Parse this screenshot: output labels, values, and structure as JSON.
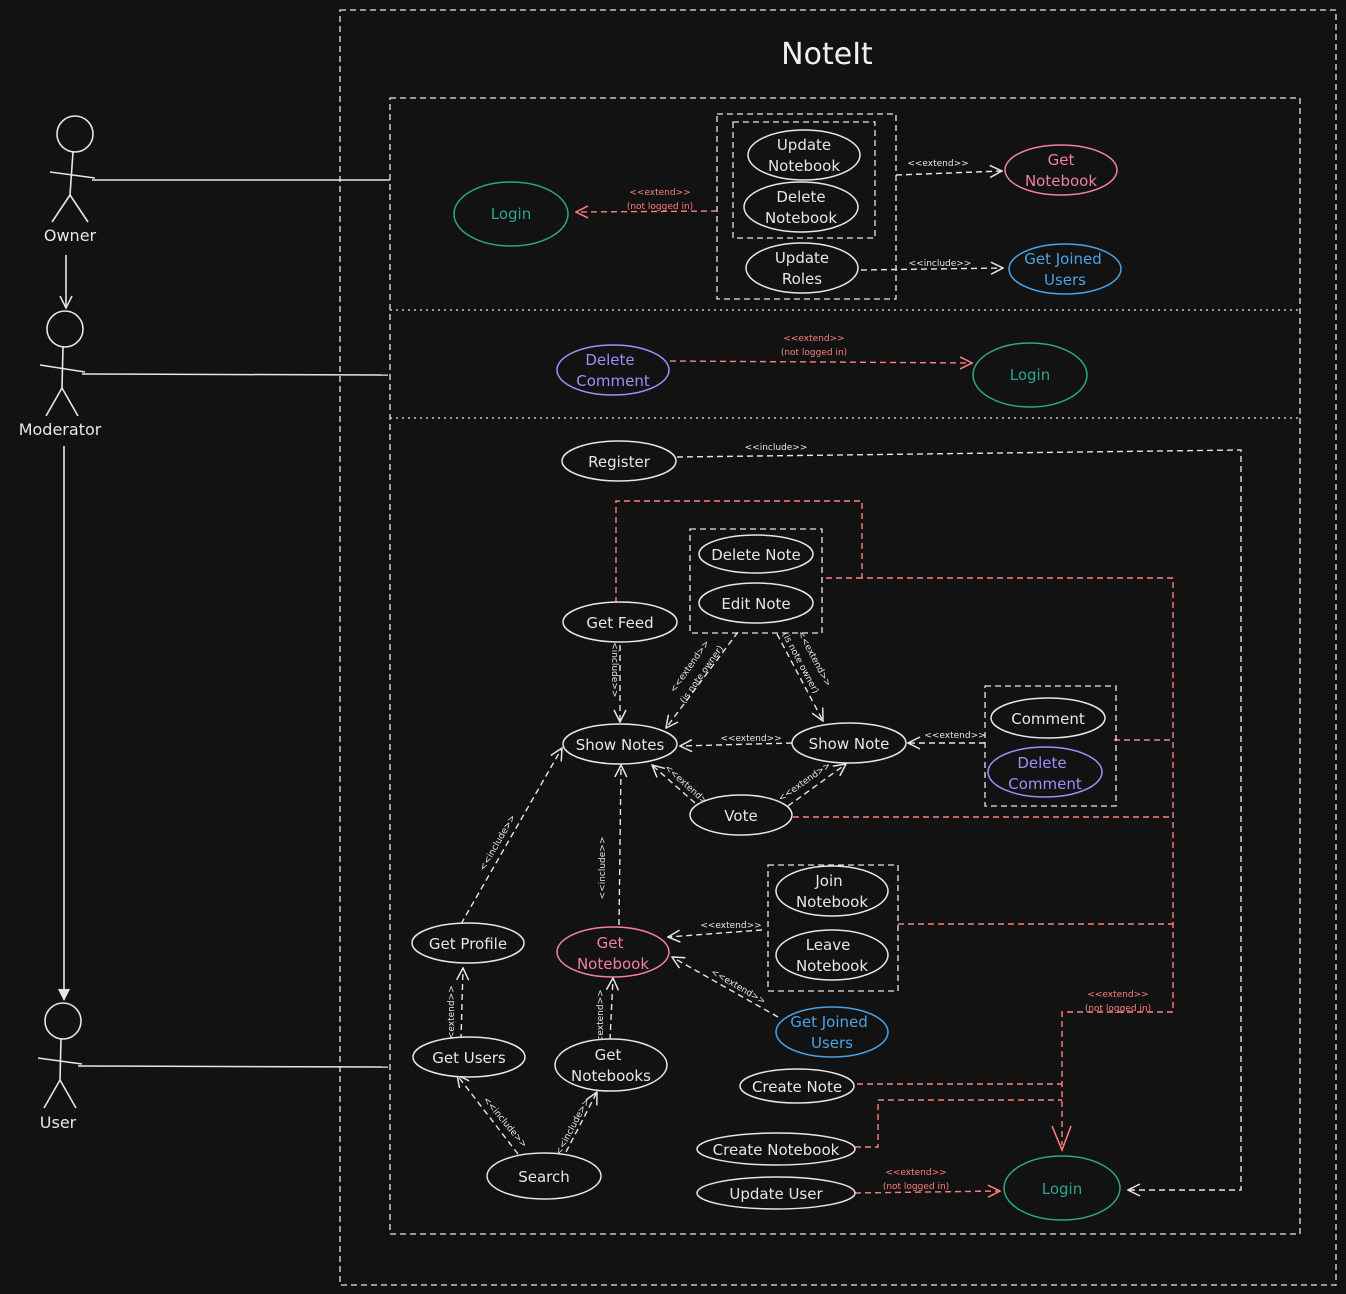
{
  "title": "NoteIt",
  "colors": {
    "background": "#121212",
    "line": "#e6e6e6",
    "extend": "#ff7f7f",
    "green": "#2ca58d",
    "pink": "#f47ea8",
    "blue": "#4aa3e6",
    "purple": "#a78bfa"
  },
  "actors": {
    "owner": "Owner",
    "moderator": "Moderator",
    "user": "User"
  },
  "owner_section": {
    "login": "Login",
    "update_notebook": [
      "Update",
      "Notebook"
    ],
    "delete_notebook": [
      "Delete",
      "Notebook"
    ],
    "update_roles": [
      "Update",
      "Roles"
    ],
    "get_notebook": [
      "Get",
      "Notebook"
    ],
    "get_joined_users": [
      "Get Joined",
      "Users"
    ],
    "extend_not_logged": [
      "<<extend>>",
      "(not logged in)"
    ],
    "extend": "<<extend>>",
    "include": "<<include>>"
  },
  "moderator_section": {
    "delete_comment": [
      "Delete",
      "Comment"
    ],
    "login": "Login",
    "extend_not_logged": [
      "<<extend>>",
      "(not logged in)"
    ]
  },
  "user_section": {
    "register": "Register",
    "get_feed": "Get Feed",
    "delete_note": "Delete Note",
    "edit_note": "Edit Note",
    "show_notes": "Show Notes",
    "show_note": "Show Note",
    "comment": "Comment",
    "delete_comment": [
      "Delete",
      "Comment"
    ],
    "vote": "Vote",
    "join_notebook": [
      "Join",
      "Notebook"
    ],
    "leave_notebook": [
      "Leave",
      "Notebook"
    ],
    "get_notebook": [
      "Get",
      "Notebook"
    ],
    "get_joined_users": [
      "Get Joined",
      "Users"
    ],
    "get_profile": "Get Profile",
    "get_users": "Get Users",
    "get_notebooks": [
      "Get",
      "Notebooks"
    ],
    "search": "Search",
    "create_note": "Create Note",
    "create_notebook": "Create Notebook",
    "update_user": "Update User",
    "login": "Login",
    "include": "<<include>>",
    "extend": "<<extend>>",
    "extend_if_owner": [
      "<<extend>>",
      "(is note owner)"
    ],
    "extend_not_logged": [
      "<<extend>>",
      "(not logged in)"
    ]
  }
}
